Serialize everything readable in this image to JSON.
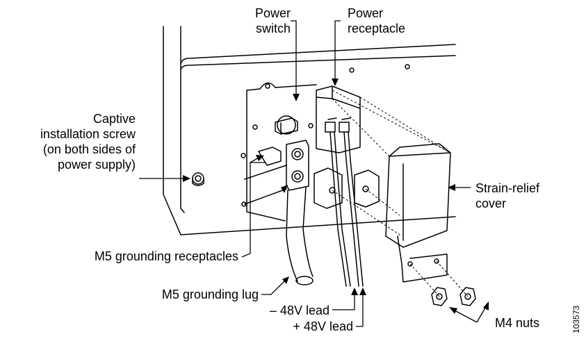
{
  "labels": {
    "power_switch": [
      "Power",
      "switch"
    ],
    "power_receptacle": [
      "Power",
      "receptacle"
    ],
    "captive_screw": [
      "Captive",
      "installation screw",
      "(on both sides of",
      "power supply)"
    ],
    "strain_relief": [
      "Strain-relief",
      "cover"
    ],
    "grounding_receptacles": "M5 grounding receptacles",
    "grounding_lug": "M5 grounding lug",
    "neg_lead": "– 48V lead",
    "pos_lead": "+ 48V lead",
    "m4_nuts": "M4 nuts"
  },
  "figure_number": "103573"
}
